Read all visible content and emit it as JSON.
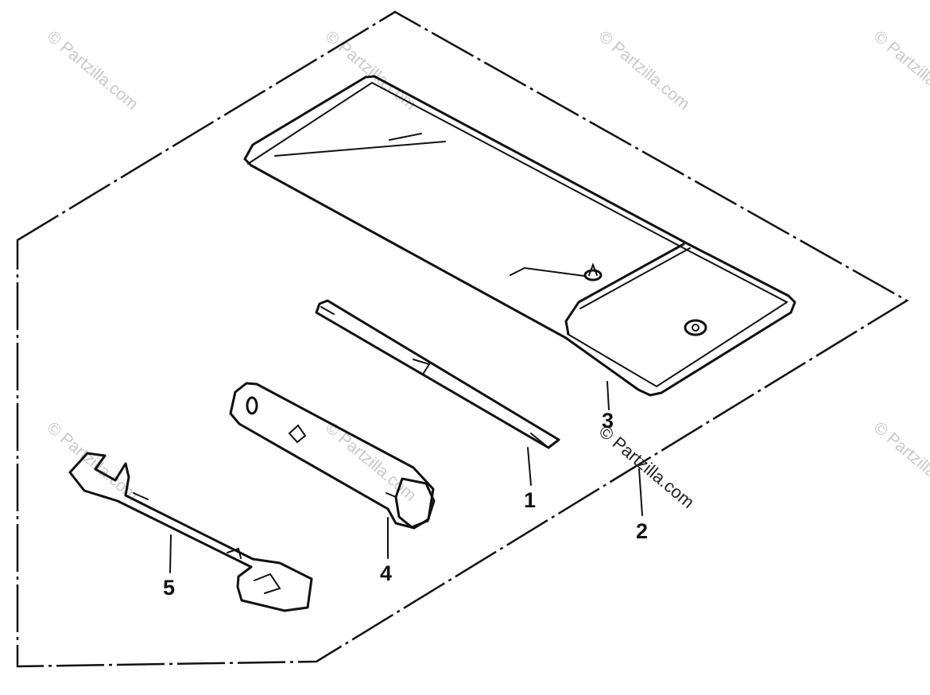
{
  "callouts": {
    "p1": "1",
    "p2": "2",
    "p3": "3",
    "p4": "4",
    "p5": "5"
  },
  "watermark": {
    "text": "© Partzilla.com"
  },
  "colors": {
    "line": "#111111",
    "background": "#ffffff",
    "watermark": "#c9c9c9"
  }
}
